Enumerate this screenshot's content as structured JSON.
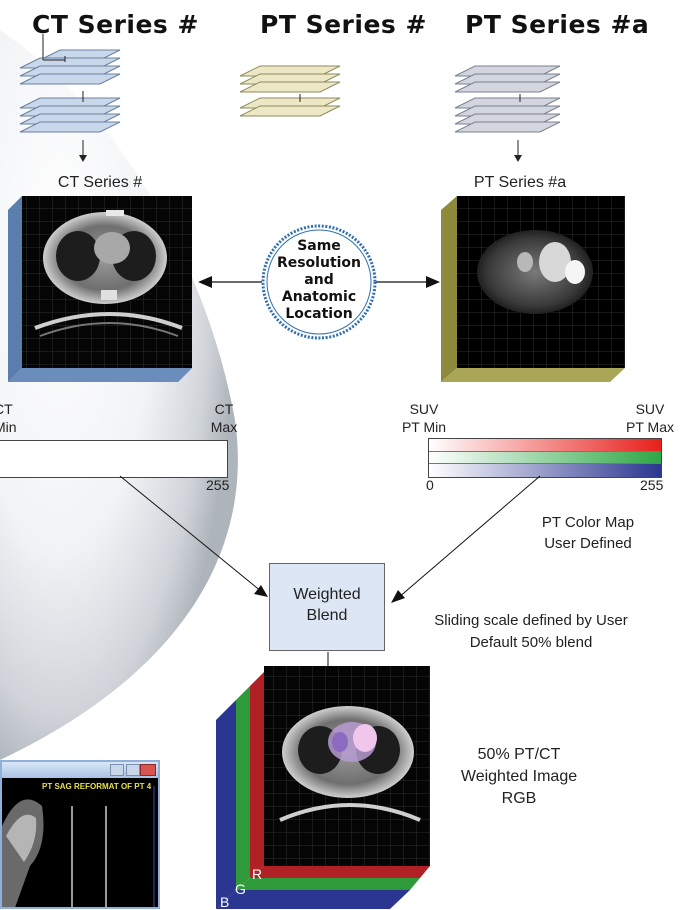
{
  "headers": {
    "ct": "CT Series #",
    "pt": "PT Series #",
    "pta": "PT Series #a"
  },
  "ct_panel": {
    "title": "CT Series #",
    "min_label_line1": "CT",
    "min_label_line2": "Min",
    "max_label_line1": "CT",
    "max_label_line2": "Max",
    "scale_end": "255"
  },
  "center_badge": {
    "line1": "Same",
    "line2": "Resolution",
    "line3": "and",
    "line4": "Anatomic",
    "line5": "Location"
  },
  "pt_panel": {
    "title": "PT Series #a",
    "min_label_line1": "SUV",
    "min_label_line2": "PT Min",
    "max_label_line1": "SUV",
    "max_label_line2": "PT Max",
    "scale_start": "0",
    "scale_end": "255",
    "colormap_line1": "PT Color Map",
    "colormap_line2": "User Defined"
  },
  "blend": {
    "box_line1": "Weighted",
    "box_line2": "Blend",
    "note_line1": "Sliding scale defined by User",
    "note_line2": "Default 50% blend"
  },
  "result": {
    "line1": "50% PT/CT",
    "line2": "Weighted Image",
    "line3": "RGB",
    "channel_r": "R",
    "channel_g": "G",
    "channel_b": "B"
  },
  "viewer": {
    "title": "PT SAG REFORMAT OF PT 4"
  },
  "colors": {
    "ct_side": "#5a7fae",
    "pt_side": "#8d8a3c",
    "badge_border": "#2f6fb0",
    "channel_red": "#b02025",
    "channel_green": "#2e9a3a",
    "channel_blue": "#2b3690",
    "blend_box": "#dde6f4"
  }
}
